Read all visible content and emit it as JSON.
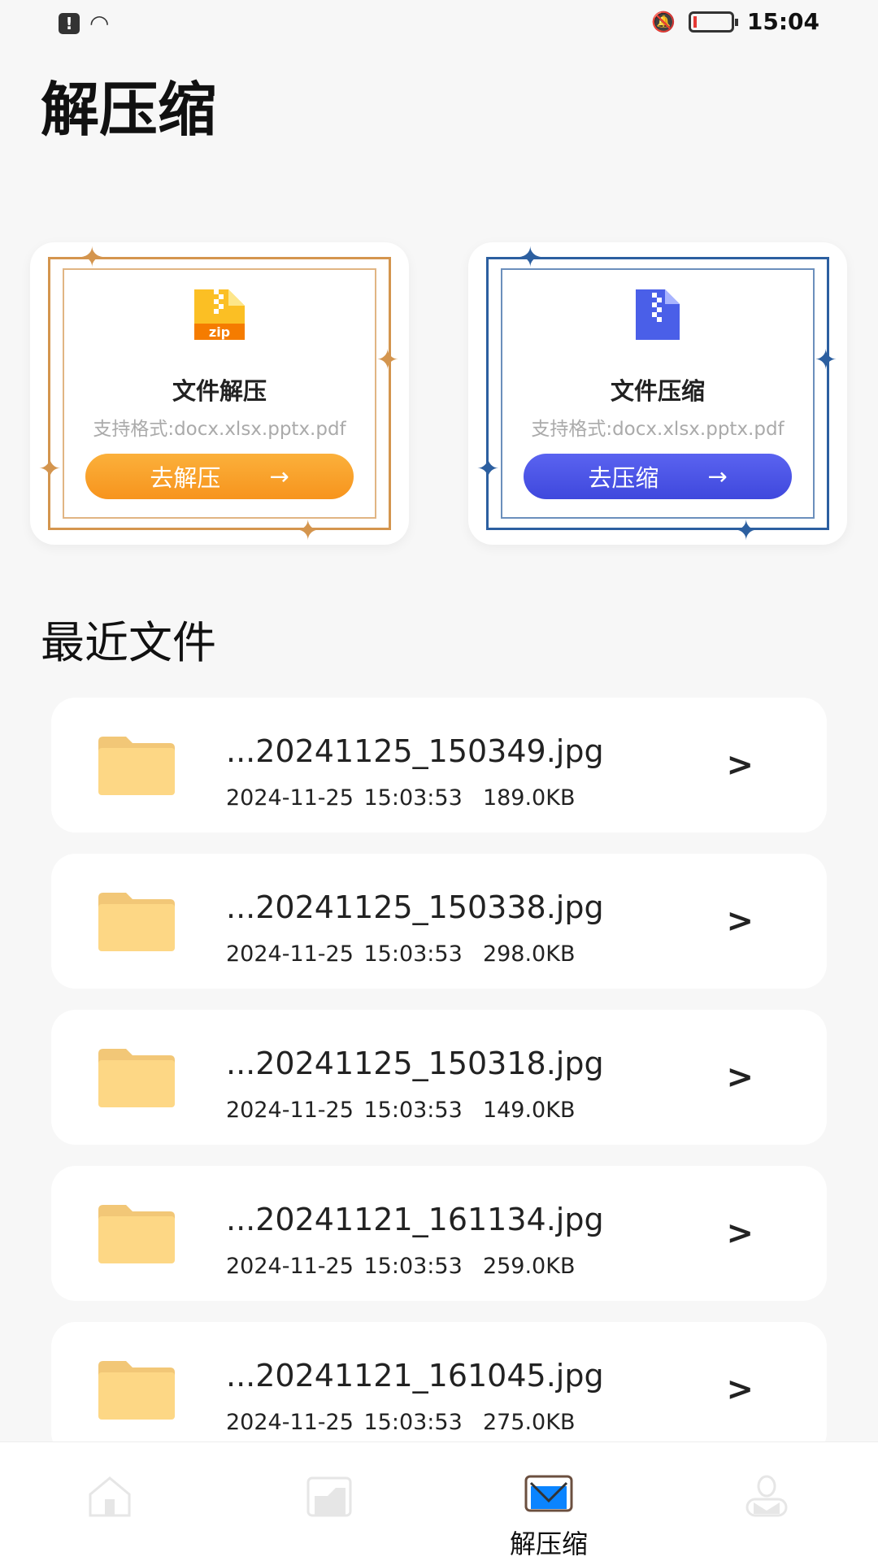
{
  "status_bar": {
    "time": "15:04"
  },
  "header": {
    "title": "解压缩"
  },
  "cards": [
    {
      "title": "文件解压",
      "subtitle": "支持格式:docx.xlsx.pptx.pdf",
      "button": "去解压",
      "color": "#d4954e"
    },
    {
      "title": "文件压缩",
      "subtitle": "支持格式:docx.xlsx.pptx.pdf",
      "button": "去压缩",
      "color": "#2c5fa0"
    }
  ],
  "recent": {
    "title": "最近文件",
    "files": [
      {
        "name": "...20241125_150349.jpg",
        "date": "2024-11-25 15:03:53",
        "size": "189.0KB"
      },
      {
        "name": "...20241125_150338.jpg",
        "date": "2024-11-25 15:03:53",
        "size": "298.0KB"
      },
      {
        "name": "...20241125_150318.jpg",
        "date": "2024-11-25 15:03:53",
        "size": "149.0KB"
      },
      {
        "name": "...20241121_161134.jpg",
        "date": "2024-11-25 15:03:53",
        "size": "259.0KB"
      },
      {
        "name": "...20241121_161045.jpg",
        "date": "2024-11-25 15:03:53",
        "size": "275.0KB"
      }
    ]
  },
  "nav": {
    "active_label": "解压缩"
  }
}
